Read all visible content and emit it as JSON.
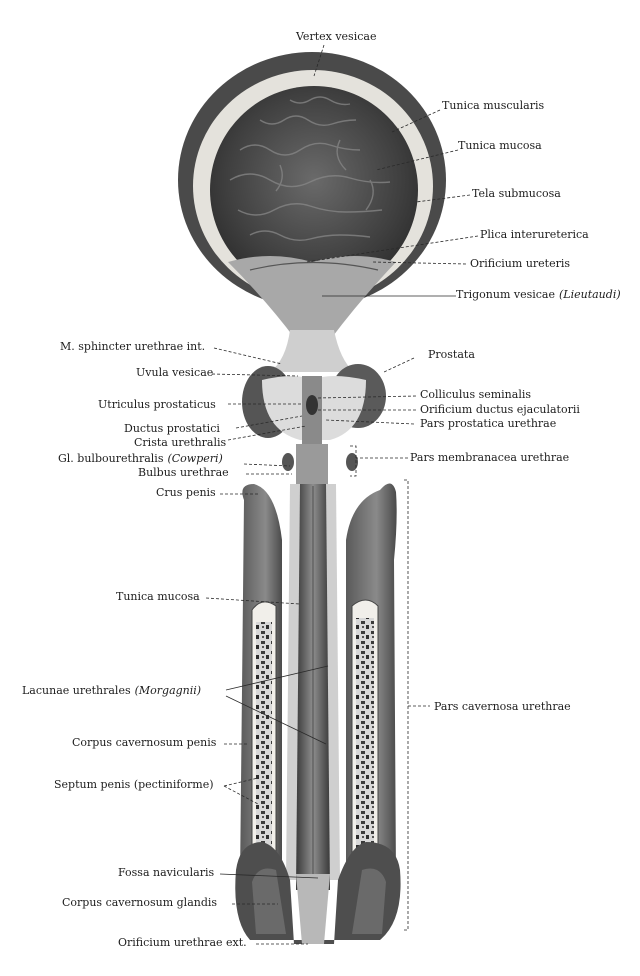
{
  "labels": {
    "vertex_vesicae": "Vertex vesicae",
    "tunica_muscularis": "Tunica muscularis",
    "tunica_mucosa_top": "Tunica mucosa",
    "tela_submucosa": "Tela submucosa",
    "plica_interureterica": "Plica interureterica",
    "orificium_ureteris": "Orificium ureteris",
    "trigonum_vesicae": "Trigonum vesicae",
    "trigonum_vesicae_it": "(Lieutaudi)",
    "m_sphincter": "M. sphincter urethrae int.",
    "prostata": "Prostata",
    "uvula_vesicae": "Uvula vesicae",
    "colliculus_seminalis": "Colliculus seminalis",
    "utriculus_prostaticus": "Utriculus prostaticus",
    "orificium_ductus": "Orificium ductus ejaculatorii",
    "pars_prostatica": "Pars prostatica urethrae",
    "ductus_prostatici": "Ductus prostatici",
    "crista_urethralis": "Crista urethralis",
    "gl_bulbourethralis": "Gl. bulbourethralis",
    "gl_bulbourethralis_it": "(Cowperi)",
    "pars_membranacea": "Pars membranacea urethrae",
    "bulbus_urethrae": "Bulbus urethrae",
    "crus_penis": "Crus penis",
    "tunica_mucosa_mid": "Tunica mucosa",
    "lacunae_urethrales": "Lacunae urethrales",
    "lacunae_urethrales_it": "(Morgagnii)",
    "pars_cavernosa": "Pars cavernosa urethrae",
    "corpus_cavernosum_penis": "Corpus cavernosum penis",
    "septum_penis": "Septum penis (pectiniforme)",
    "fossa_navicularis": "Fossa navicularis",
    "corpus_cavernosum_glandis": "Corpus cavernosum glandis",
    "orificium_urethrae_ext": "Orificium urethrae ext."
  },
  "colors": {
    "tissue_dark": "#3e3e3e",
    "tissue_mid": "#7a7a7a",
    "tissue_light": "#c9c9c9",
    "paper": "#f4f2ee",
    "ink": "#1e1e1e"
  }
}
